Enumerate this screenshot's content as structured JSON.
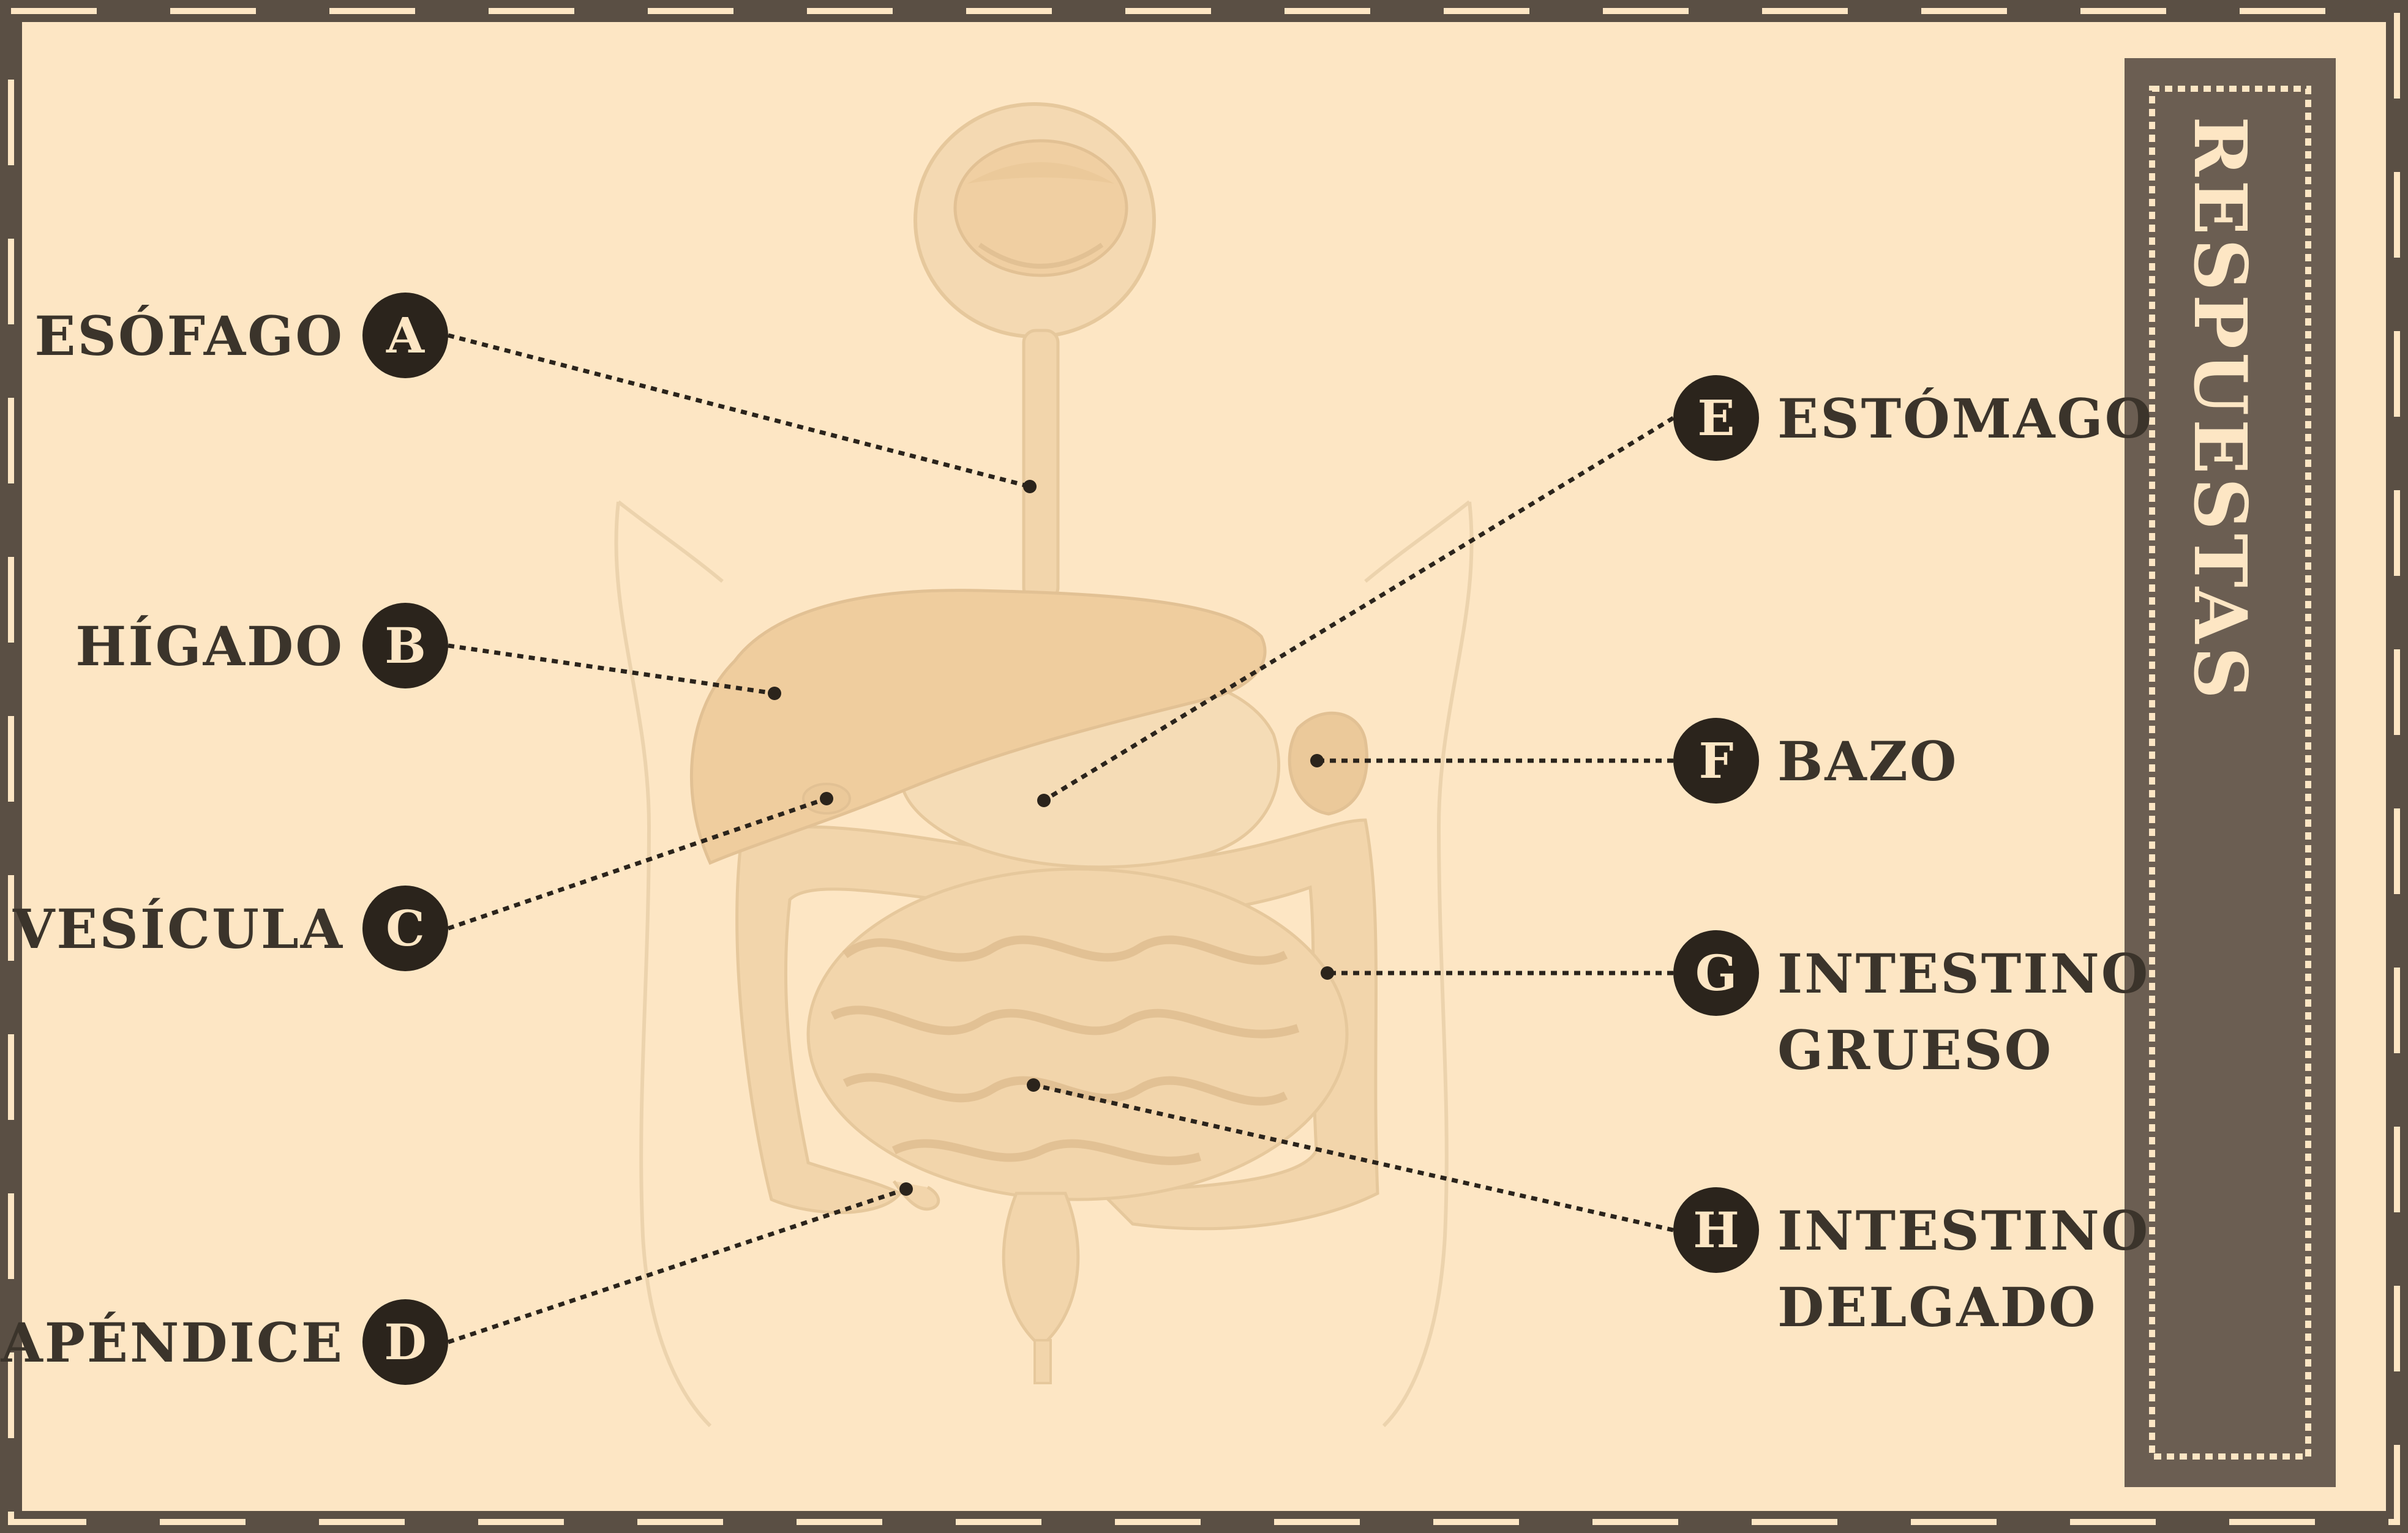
{
  "colors": {
    "background": "#fde6c4",
    "frame": "#5a4f44",
    "sidebar": "#6b5e52",
    "ink": "#2b241c",
    "organ_fill": "#f2d5ab",
    "organ_shade": "#ebc99a"
  },
  "sidebar": {
    "title": "RESPUESTAS"
  },
  "labels": [
    {
      "letter": "A",
      "text": [
        "ESÓFAGO"
      ]
    },
    {
      "letter": "B",
      "text": [
        "HÍGADO"
      ]
    },
    {
      "letter": "C",
      "text": [
        "VESÍCULA"
      ]
    },
    {
      "letter": "D",
      "text": [
        "APÉNDICE"
      ]
    },
    {
      "letter": "E",
      "text": [
        "ESTÓMAGO"
      ]
    },
    {
      "letter": "F",
      "text": [
        "BAZO"
      ]
    },
    {
      "letter": "G",
      "text": [
        "INTESTINO",
        "GRUESO"
      ]
    },
    {
      "letter": "H",
      "text": [
        "INTESTINO",
        "DELGADO"
      ]
    }
  ]
}
